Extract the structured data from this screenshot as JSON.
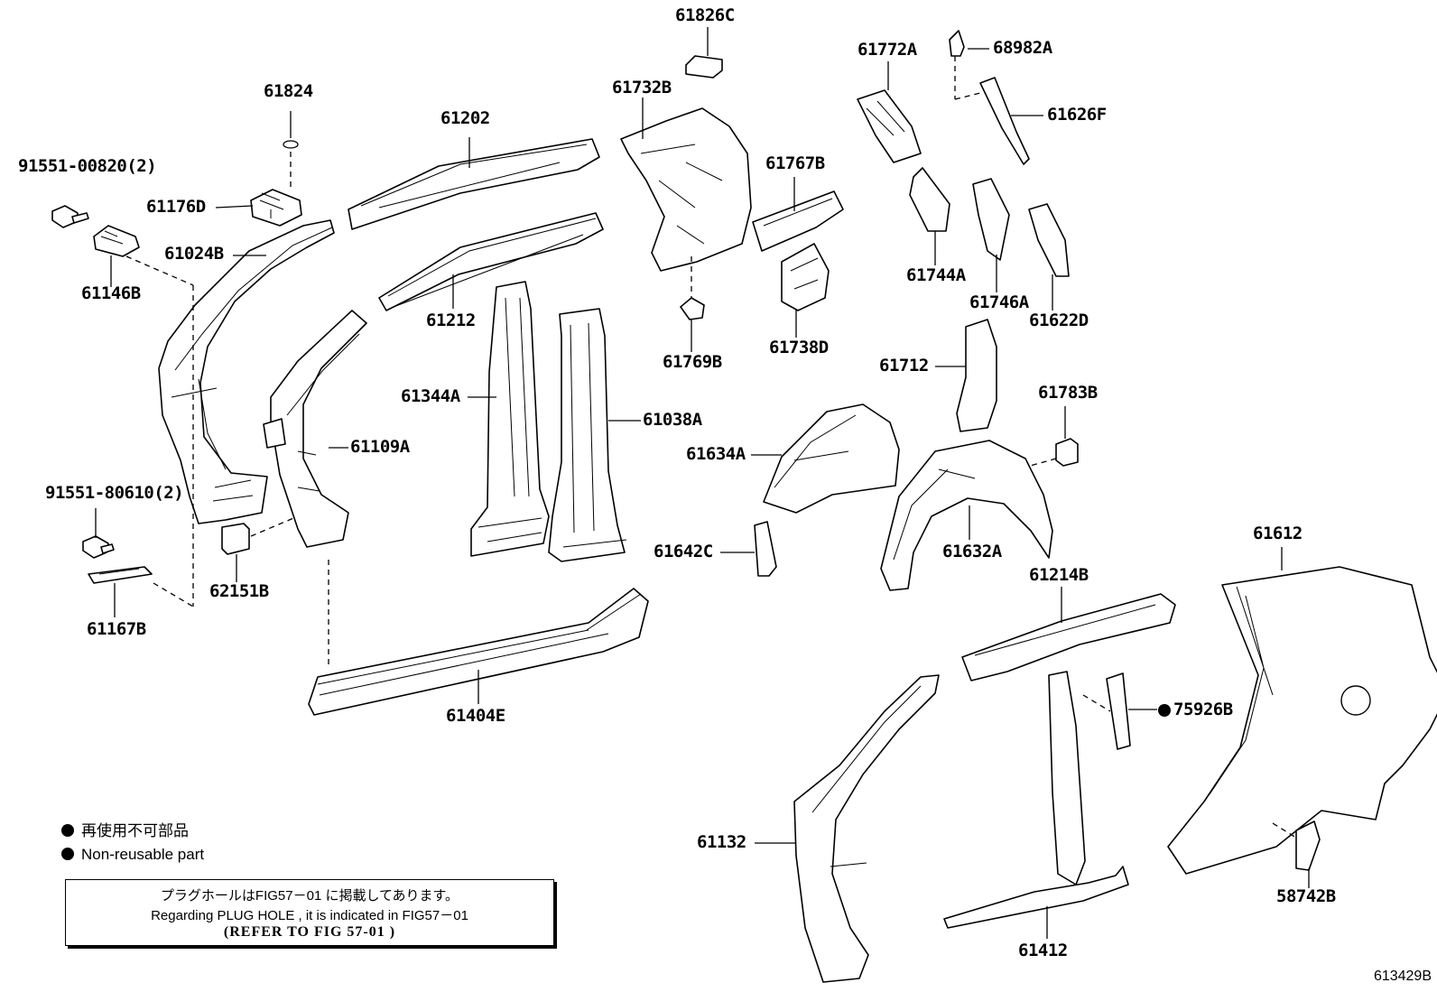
{
  "parts": [
    {
      "id": "p61826C",
      "label": "61826C"
    },
    {
      "id": "p61732B",
      "label": "61732B"
    },
    {
      "id": "p61772A",
      "label": "61772A"
    },
    {
      "id": "p68982A",
      "label": "68982A"
    },
    {
      "id": "p61626F",
      "label": "61626F"
    },
    {
      "id": "p61824",
      "label": "61824"
    },
    {
      "id": "p61202",
      "label": "61202"
    },
    {
      "id": "p91551_00820",
      "label": "91551-00820(2)"
    },
    {
      "id": "p61176D",
      "label": "61176D"
    },
    {
      "id": "p61024B",
      "label": "61024B"
    },
    {
      "id": "p61146B",
      "label": "61146B"
    },
    {
      "id": "p61767B",
      "label": "61767B"
    },
    {
      "id": "p61744A",
      "label": "61744A"
    },
    {
      "id": "p61746A",
      "label": "61746A"
    },
    {
      "id": "p61212",
      "label": "61212"
    },
    {
      "id": "p61622D",
      "label": "61622D"
    },
    {
      "id": "p61738D",
      "label": "61738D"
    },
    {
      "id": "p61769B",
      "label": "61769B"
    },
    {
      "id": "p61712",
      "label": "61712"
    },
    {
      "id": "p61344A",
      "label": "61344A"
    },
    {
      "id": "p61783B",
      "label": "61783B"
    },
    {
      "id": "p61038A",
      "label": "61038A"
    },
    {
      "id": "p61109A",
      "label": "61109A"
    },
    {
      "id": "p61634A",
      "label": "61634A"
    },
    {
      "id": "p91551_80610",
      "label": "91551-80610(2)"
    },
    {
      "id": "p61612",
      "label": "61612"
    },
    {
      "id": "p61642C",
      "label": "61642C"
    },
    {
      "id": "p61632A",
      "label": "61632A"
    },
    {
      "id": "p62151B",
      "label": "62151B"
    },
    {
      "id": "p61214B",
      "label": "61214B"
    },
    {
      "id": "p61167B",
      "label": "61167B"
    },
    {
      "id": "p61404E",
      "label": "61404E"
    },
    {
      "id": "p75926B",
      "label": "75926B"
    },
    {
      "id": "p61132",
      "label": "61132"
    },
    {
      "id": "p58742B",
      "label": "58742B"
    },
    {
      "id": "p61412",
      "label": "61412"
    }
  ],
  "legend": {
    "line1": "再使用不可部品",
    "line2": "Non-reusable part"
  },
  "note": {
    "line1": "プラグホールはFIG57－01 に掲載してあります。",
    "line2": "Regarding  PLUG  HOLE , it  is  indicated  in  FIG57－01",
    "line3": "(REFER  TO  FIG    57-01     )"
  },
  "figure_number": "613429B"
}
